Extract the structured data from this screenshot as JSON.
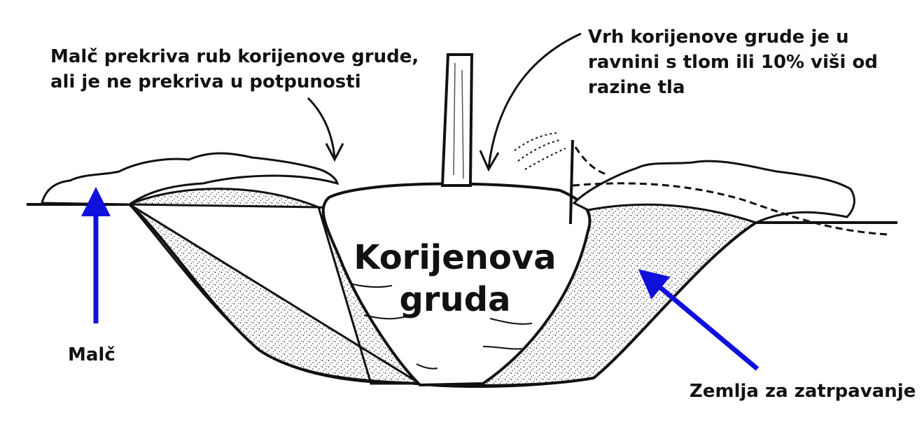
{
  "labels": {
    "mulch_top_line1": "Malč prekriva rub korijenove grude,",
    "mulch_top_line2": "ali je ne prekriva u potpunosti",
    "root_top_line1": "Vrh korijenove grude je u",
    "root_top_line2": "ravnini s tlom ili 10% viši od",
    "root_top_line3": "razine tla",
    "rootball_line1": "Korijenova",
    "rootball_line2": "gruda",
    "mulch": "Malč",
    "backfill": "Zemlja za zatrpavanje"
  },
  "colors": {
    "arrow": "#1010dd",
    "line": "#111111",
    "soil_dots": "#333333"
  }
}
